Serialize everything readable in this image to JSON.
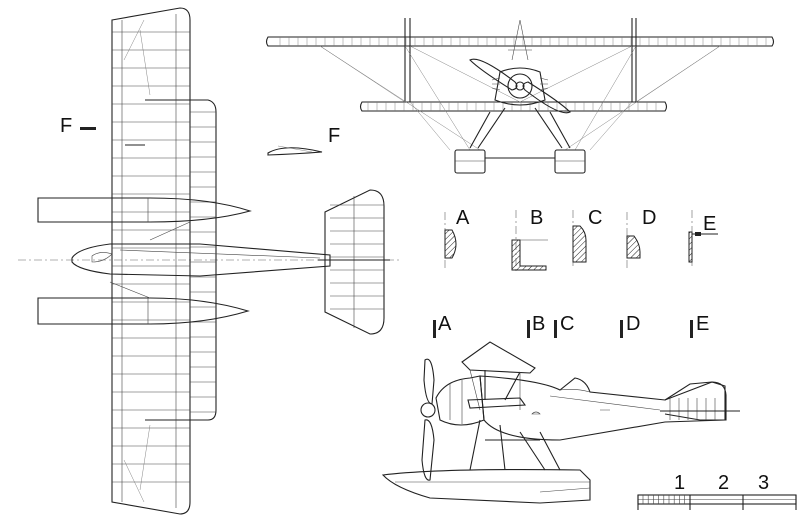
{
  "section_labels": {
    "F_plan": "F",
    "F_profile": "F",
    "A": "A",
    "B": "B",
    "C": "C",
    "D": "D",
    "E": "E",
    "A_side": "A",
    "B_side": "B",
    "C_side": "C",
    "D_side": "D",
    "E_side": "E"
  },
  "scale": {
    "ticks": [
      "1",
      "2",
      "3"
    ]
  }
}
